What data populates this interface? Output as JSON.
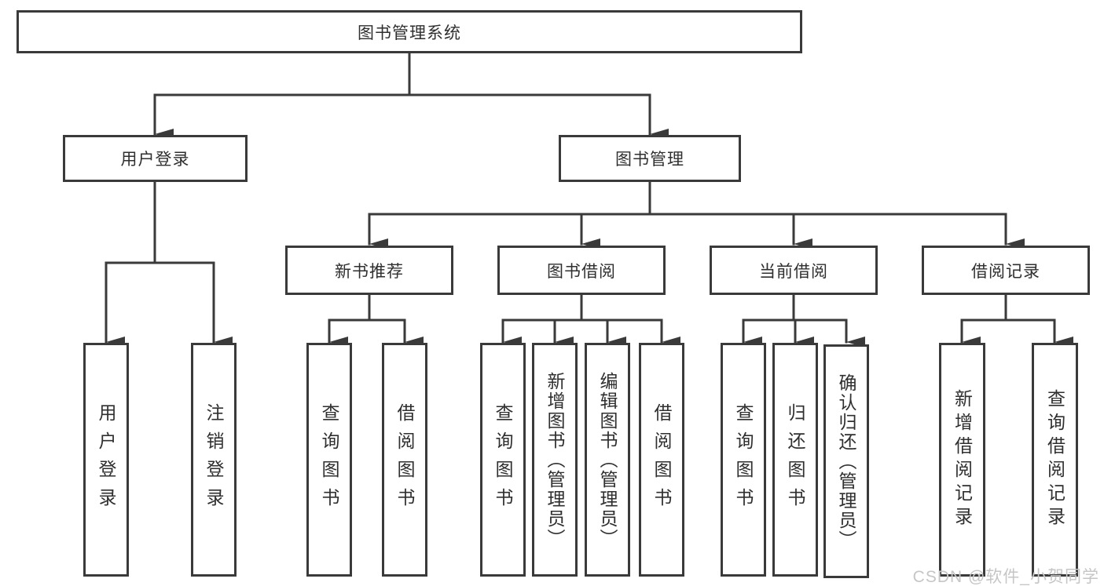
{
  "tree": {
    "label": "图书管理系统",
    "children": [
      {
        "label": "用户登录",
        "children": [
          {
            "label": "用户登录"
          },
          {
            "label": "注销登录"
          }
        ]
      },
      {
        "label": "图书管理",
        "children": [
          {
            "label": "新书推荐",
            "children": [
              {
                "label": "查询图书"
              },
              {
                "label": "借阅图书"
              }
            ]
          },
          {
            "label": "图书借阅",
            "children": [
              {
                "label": "查询图书"
              },
              {
                "label": "新增图书（管理员）"
              },
              {
                "label": "编辑图书（管理员）"
              },
              {
                "label": "借阅图书"
              }
            ]
          },
          {
            "label": "当前借阅",
            "children": [
              {
                "label": "查询图书"
              },
              {
                "label": "归还图书"
              },
              {
                "label": "确认归还（管理员）"
              }
            ]
          },
          {
            "label": "借阅记录",
            "children": [
              {
                "label": "新增借阅记录"
              },
              {
                "label": "查询借阅记录"
              }
            ]
          }
        ]
      }
    ]
  },
  "watermark": "CSDN @软件_小贺同学",
  "colors": {
    "line": "#3a3a3a",
    "box_border": "#3a3a3a",
    "text": "#2f2f2f",
    "background": "#ffffff",
    "watermark": "#c6c6c6"
  }
}
